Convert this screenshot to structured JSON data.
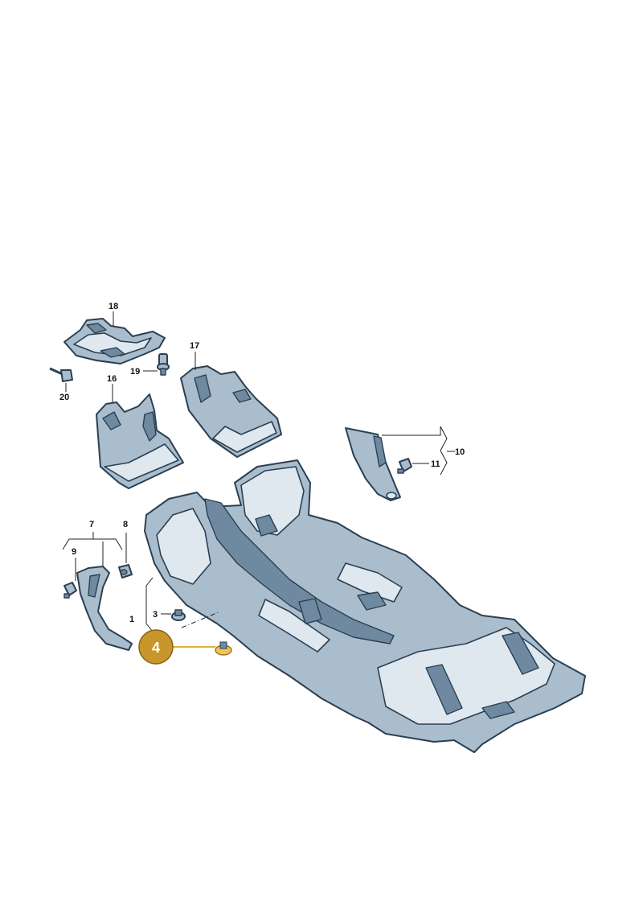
{
  "callouts": {
    "c1": "1",
    "c3": "3",
    "c4": "4",
    "c7": "7",
    "c8": "8",
    "c9": "9",
    "c10": "10",
    "c11": "11",
    "c16": "16",
    "c17": "17",
    "c18": "18",
    "c19": "19",
    "c20": "20"
  },
  "highlight": {
    "selected_part": "4",
    "color": "#c8962a"
  }
}
